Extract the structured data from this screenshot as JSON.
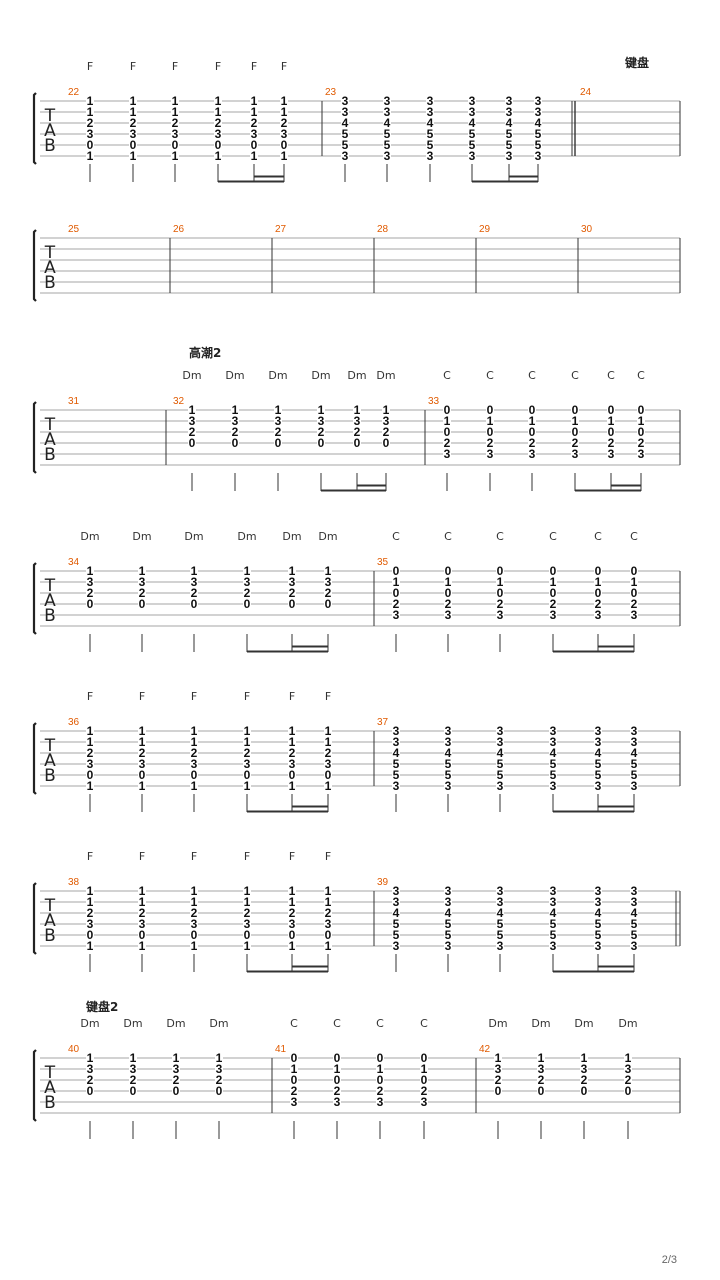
{
  "page": {
    "number": "2/3"
  },
  "tab_label": [
    "T",
    "A",
    "B"
  ],
  "systems": [
    {
      "label": "键盘",
      "label_side": "right",
      "measures": [
        {
          "number": "22",
          "events": [
            {
              "chord": "F",
              "frets": [
                "1",
                "1",
                "2",
                "3",
                "0",
                "1"
              ]
            },
            {
              "chord": "F",
              "frets": [
                "1",
                "1",
                "2",
                "3",
                "0",
                "1"
              ]
            },
            {
              "chord": "F",
              "frets": [
                "1",
                "1",
                "2",
                "3",
                "0",
                "1"
              ]
            },
            {
              "chord": "F",
              "frets": [
                "1",
                "1",
                "2",
                "3",
                "0",
                "1"
              ]
            },
            {
              "chord": "F",
              "frets": [
                "1",
                "1",
                "2",
                "3",
                "0",
                "1"
              ]
            },
            {
              "chord": "F",
              "frets": [
                "1",
                "1",
                "2",
                "3",
                "0",
                "1"
              ]
            }
          ]
        },
        {
          "number": "23",
          "events": [
            {
              "chord": "",
              "frets": [
                "3",
                "3",
                "4",
                "5",
                "5",
                "3"
              ]
            },
            {
              "chord": "",
              "frets": [
                "3",
                "3",
                "4",
                "5",
                "5",
                "3"
              ]
            },
            {
              "chord": "",
              "frets": [
                "3",
                "3",
                "4",
                "5",
                "5",
                "3"
              ]
            },
            {
              "chord": "",
              "frets": [
                "3",
                "3",
                "4",
                "5",
                "5",
                "3"
              ]
            },
            {
              "chord": "",
              "frets": [
                "3",
                "3",
                "4",
                "5",
                "5",
                "3"
              ]
            },
            {
              "chord": "",
              "frets": [
                "3",
                "3",
                "4",
                "5",
                "5",
                "3"
              ]
            }
          ]
        },
        {
          "number": "24",
          "events": []
        }
      ]
    },
    {
      "label": "",
      "measures": [
        {
          "number": "25",
          "events": []
        },
        {
          "number": "26",
          "events": []
        },
        {
          "number": "27",
          "events": []
        },
        {
          "number": "28",
          "events": []
        },
        {
          "number": "29",
          "events": []
        },
        {
          "number": "30",
          "events": []
        }
      ]
    },
    {
      "label": "高潮2",
      "label_side": "left",
      "measures": [
        {
          "number": "31",
          "events": []
        },
        {
          "number": "32",
          "events": [
            {
              "chord": "Dm",
              "frets": [
                "1",
                "3",
                "2",
                "0",
                "",
                ""
              ]
            },
            {
              "chord": "Dm",
              "frets": [
                "1",
                "3",
                "2",
                "0",
                "",
                ""
              ]
            },
            {
              "chord": "Dm",
              "frets": [
                "1",
                "3",
                "2",
                "0",
                "",
                ""
              ]
            },
            {
              "chord": "Dm",
              "frets": [
                "1",
                "3",
                "2",
                "0",
                "",
                ""
              ]
            },
            {
              "chord": "Dm",
              "frets": [
                "1",
                "3",
                "2",
                "0",
                "",
                ""
              ]
            },
            {
              "chord": "Dm",
              "frets": [
                "1",
                "3",
                "2",
                "0",
                "",
                ""
              ]
            }
          ]
        },
        {
          "number": "33",
          "events": [
            {
              "chord": "C",
              "frets": [
                "0",
                "1",
                "0",
                "2",
                "3",
                ""
              ]
            },
            {
              "chord": "C",
              "frets": [
                "0",
                "1",
                "0",
                "2",
                "3",
                ""
              ]
            },
            {
              "chord": "C",
              "frets": [
                "0",
                "1",
                "0",
                "2",
                "3",
                ""
              ]
            },
            {
              "chord": "C",
              "frets": [
                "0",
                "1",
                "0",
                "2",
                "3",
                ""
              ]
            },
            {
              "chord": "C",
              "frets": [
                "0",
                "1",
                "0",
                "2",
                "3",
                ""
              ]
            },
            {
              "chord": "C",
              "frets": [
                "0",
                "1",
                "0",
                "2",
                "3",
                ""
              ]
            }
          ]
        }
      ]
    },
    {
      "label": "",
      "measures": [
        {
          "number": "34",
          "events": [
            {
              "chord": "Dm",
              "frets": [
                "1",
                "3",
                "2",
                "0",
                "",
                ""
              ]
            },
            {
              "chord": "Dm",
              "frets": [
                "1",
                "3",
                "2",
                "0",
                "",
                ""
              ]
            },
            {
              "chord": "Dm",
              "frets": [
                "1",
                "3",
                "2",
                "0",
                "",
                ""
              ]
            },
            {
              "chord": "Dm",
              "frets": [
                "1",
                "3",
                "2",
                "0",
                "",
                ""
              ]
            },
            {
              "chord": "Dm",
              "frets": [
                "1",
                "3",
                "2",
                "0",
                "",
                ""
              ]
            },
            {
              "chord": "Dm",
              "frets": [
                "1",
                "3",
                "2",
                "0",
                "",
                ""
              ]
            }
          ]
        },
        {
          "number": "35",
          "events": [
            {
              "chord": "C",
              "frets": [
                "0",
                "1",
                "0",
                "2",
                "3",
                ""
              ]
            },
            {
              "chord": "C",
              "frets": [
                "0",
                "1",
                "0",
                "2",
                "3",
                ""
              ]
            },
            {
              "chord": "C",
              "frets": [
                "0",
                "1",
                "0",
                "2",
                "3",
                ""
              ]
            },
            {
              "chord": "C",
              "frets": [
                "0",
                "1",
                "0",
                "2",
                "3",
                ""
              ]
            },
            {
              "chord": "C",
              "frets": [
                "0",
                "1",
                "0",
                "2",
                "3",
                ""
              ]
            },
            {
              "chord": "C",
              "frets": [
                "0",
                "1",
                "0",
                "2",
                "3",
                ""
              ]
            }
          ]
        }
      ]
    },
    {
      "label": "",
      "measures": [
        {
          "number": "36",
          "events": [
            {
              "chord": "F",
              "frets": [
                "1",
                "1",
                "2",
                "3",
                "0",
                "1"
              ]
            },
            {
              "chord": "F",
              "frets": [
                "1",
                "1",
                "2",
                "3",
                "0",
                "1"
              ]
            },
            {
              "chord": "F",
              "frets": [
                "1",
                "1",
                "2",
                "3",
                "0",
                "1"
              ]
            },
            {
              "chord": "F",
              "frets": [
                "1",
                "1",
                "2",
                "3",
                "0",
                "1"
              ]
            },
            {
              "chord": "F",
              "frets": [
                "1",
                "1",
                "2",
                "3",
                "0",
                "1"
              ]
            },
            {
              "chord": "F",
              "frets": [
                "1",
                "1",
                "2",
                "3",
                "0",
                "1"
              ]
            }
          ]
        },
        {
          "number": "37",
          "events": [
            {
              "chord": "",
              "frets": [
                "3",
                "3",
                "4",
                "5",
                "5",
                "3"
              ]
            },
            {
              "chord": "",
              "frets": [
                "3",
                "3",
                "4",
                "5",
                "5",
                "3"
              ]
            },
            {
              "chord": "",
              "frets": [
                "3",
                "3",
                "4",
                "5",
                "5",
                "3"
              ]
            },
            {
              "chord": "",
              "frets": [
                "3",
                "3",
                "4",
                "5",
                "5",
                "3"
              ]
            },
            {
              "chord": "",
              "frets": [
                "3",
                "3",
                "4",
                "5",
                "5",
                "3"
              ]
            },
            {
              "chord": "",
              "frets": [
                "3",
                "3",
                "4",
                "5",
                "5",
                "3"
              ]
            }
          ]
        }
      ]
    },
    {
      "label": "",
      "measures": [
        {
          "number": "38",
          "events": [
            {
              "chord": "F",
              "frets": [
                "1",
                "1",
                "2",
                "3",
                "0",
                "1"
              ]
            },
            {
              "chord": "F",
              "frets": [
                "1",
                "1",
                "2",
                "3",
                "0",
                "1"
              ]
            },
            {
              "chord": "F",
              "frets": [
                "1",
                "1",
                "2",
                "3",
                "0",
                "1"
              ]
            },
            {
              "chord": "F",
              "frets": [
                "1",
                "1",
                "2",
                "3",
                "0",
                "1"
              ]
            },
            {
              "chord": "F",
              "frets": [
                "1",
                "1",
                "2",
                "3",
                "0",
                "1"
              ]
            },
            {
              "chord": "F",
              "frets": [
                "1",
                "1",
                "2",
                "3",
                "0",
                "1"
              ]
            }
          ]
        },
        {
          "number": "39",
          "events": [
            {
              "chord": "",
              "frets": [
                "3",
                "3",
                "4",
                "5",
                "5",
                "3"
              ]
            },
            {
              "chord": "",
              "frets": [
                "3",
                "3",
                "4",
                "5",
                "5",
                "3"
              ]
            },
            {
              "chord": "",
              "frets": [
                "3",
                "3",
                "4",
                "5",
                "5",
                "3"
              ]
            },
            {
              "chord": "",
              "frets": [
                "3",
                "3",
                "4",
                "5",
                "5",
                "3"
              ]
            },
            {
              "chord": "",
              "frets": [
                "3",
                "3",
                "4",
                "5",
                "5",
                "3"
              ]
            },
            {
              "chord": "",
              "frets": [
                "3",
                "3",
                "4",
                "5",
                "5",
                "3"
              ]
            }
          ]
        }
      ]
    },
    {
      "label": "键盘2",
      "label_side": "left",
      "measures": [
        {
          "number": "40",
          "events": [
            {
              "chord": "Dm",
              "frets": [
                "1",
                "3",
                "2",
                "0",
                "",
                ""
              ]
            },
            {
              "chord": "Dm",
              "frets": [
                "1",
                "3",
                "2",
                "0",
                "",
                ""
              ]
            },
            {
              "chord": "Dm",
              "frets": [
                "1",
                "3",
                "2",
                "0",
                "",
                ""
              ]
            },
            {
              "chord": "Dm",
              "frets": [
                "1",
                "3",
                "2",
                "0",
                "",
                ""
              ]
            }
          ]
        },
        {
          "number": "41",
          "events": [
            {
              "chord": "C",
              "frets": [
                "0",
                "1",
                "0",
                "2",
                "3",
                ""
              ]
            },
            {
              "chord": "C",
              "frets": [
                "0",
                "1",
                "0",
                "2",
                "3",
                ""
              ]
            },
            {
              "chord": "C",
              "frets": [
                "0",
                "1",
                "0",
                "2",
                "3",
                ""
              ]
            },
            {
              "chord": "C",
              "frets": [
                "0",
                "1",
                "0",
                "2",
                "3",
                ""
              ]
            }
          ]
        },
        {
          "number": "42",
          "events": [
            {
              "chord": "Dm",
              "frets": [
                "1",
                "3",
                "2",
                "0",
                "",
                ""
              ]
            },
            {
              "chord": "Dm",
              "frets": [
                "1",
                "3",
                "2",
                "0",
                "",
                ""
              ]
            },
            {
              "chord": "Dm",
              "frets": [
                "1",
                "3",
                "2",
                "0",
                "",
                ""
              ]
            },
            {
              "chord": "Dm",
              "frets": [
                "1",
                "3",
                "2",
                "0",
                "",
                ""
              ]
            }
          ]
        }
      ]
    }
  ]
}
